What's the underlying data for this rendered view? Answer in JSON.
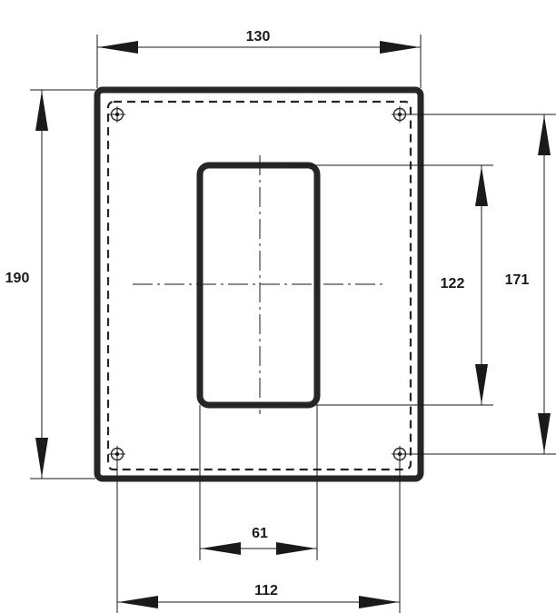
{
  "dimensions": {
    "overall_width": "130",
    "overall_height": "190",
    "hole_spacing_vertical": "171",
    "hole_spacing_horizontal": "112",
    "cutout_width": "61",
    "cutout_height": "122"
  }
}
